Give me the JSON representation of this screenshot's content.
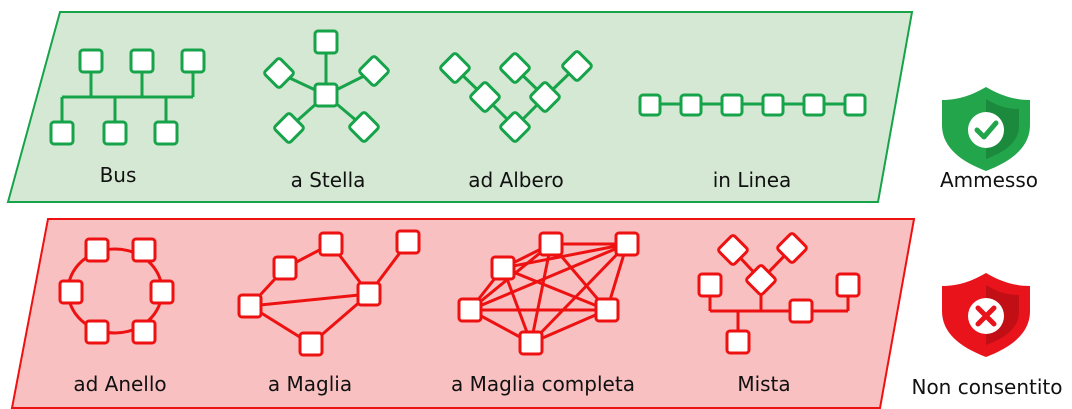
{
  "colors": {
    "allowed_fill": "#d5e8d4",
    "allowed_stroke": "#16a34a",
    "forbidden_fill": "#f8c0c0",
    "forbidden_stroke": "#ee1111",
    "shield_green": "#22a54b",
    "shield_red": "#e8131b"
  },
  "allowed": {
    "status_label": "Ammesso",
    "status_icon": "green-shield-check-icon",
    "topologies": [
      {
        "id": "bus",
        "label": "Bus"
      },
      {
        "id": "star",
        "label": "a Stella"
      },
      {
        "id": "tree",
        "label": "ad Albero"
      },
      {
        "id": "line",
        "label": "in Linea"
      }
    ]
  },
  "forbidden": {
    "status_label": "Non consentito",
    "status_icon": "red-shield-x-icon",
    "topologies": [
      {
        "id": "ring",
        "label": "ad Anello"
      },
      {
        "id": "mesh",
        "label": "a Maglia"
      },
      {
        "id": "full-mesh",
        "label": "a Maglia completa"
      },
      {
        "id": "mixed",
        "label": "Mista"
      }
    ]
  }
}
